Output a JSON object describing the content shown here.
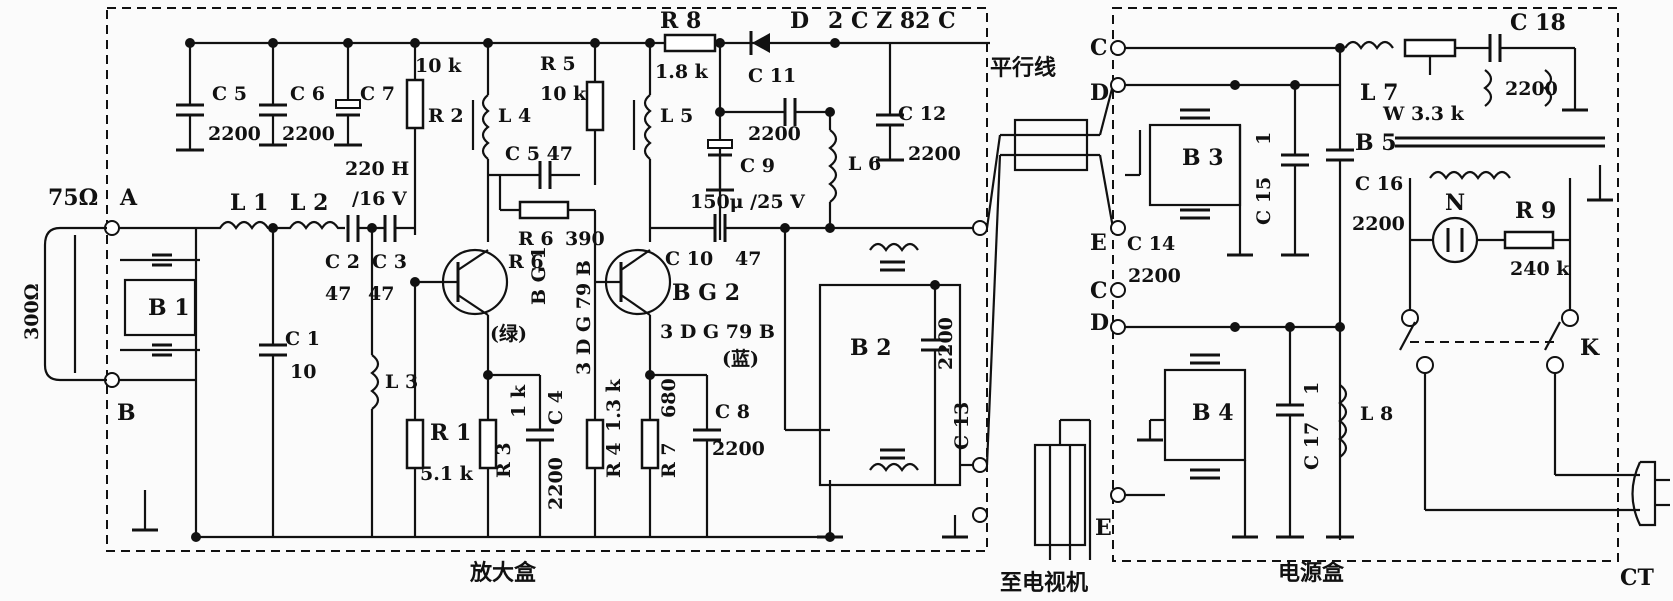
{
  "boxes": {
    "amplifier": "放大盒",
    "power": "电源盒",
    "to_tv": "至电视机",
    "parallel_line": "平行线"
  },
  "impedance": {
    "ohm75": "75Ω",
    "ohm300": "300Ω"
  },
  "terminals": {
    "A": "A",
    "B": "B",
    "C": "C",
    "D": "D",
    "E": "E",
    "CT": "CT"
  },
  "components": {
    "C5": "C 5",
    "C5_val": "2200",
    "C6": "C 6",
    "C6_val": "2200",
    "C7": "C 7",
    "C7_val1": "220 H",
    "C7_val2": "/16 V",
    "R2": "R 2",
    "R2_val": "10 k",
    "L4": "L 4",
    "R5": "R 5",
    "R5_val": "10 k",
    "C5b": "C 5  47",
    "R8": "R 8",
    "R8_val": "1.8 k",
    "D": "D",
    "D_val": "2 C Z 82 C",
    "C11": "C 11",
    "C11_val": "2200",
    "L5": "L 5",
    "C9": "C 9",
    "C9_val": "150μ /25 V",
    "C12": "C 12",
    "C12_val": "2200",
    "L6": "L 6",
    "R6": "R 6",
    "R6_val": "390",
    "C10": "C 10",
    "C10_val": "47",
    "L1": "L 1",
    "L2": "L 2",
    "C2": "C 2",
    "C2_val": "47",
    "C3": "C 3",
    "C3_val": "47",
    "B1": "B 1",
    "C1": "C 1",
    "C1_val": "10",
    "L3": "L 3",
    "BG1": "B G 1",
    "BG1_note": "(绿)",
    "BG1_type": "3 D G 79 B",
    "BG2": "B G 2",
    "BG2_type": "3 D G 79 B",
    "BG2_note": "(蓝)",
    "R1": "R 1",
    "R1_val": "5.1 k",
    "R3": "R 3",
    "R3_val": "1 k",
    "C4": "C 4",
    "C4_val": "2200",
    "R4": "R 4",
    "R4_val": "1.3 k",
    "R7": "R 7",
    "R7_val": "680",
    "C8": "C 8",
    "C8_val": "2200",
    "B2": "B 2",
    "C13": "C 13",
    "C13_val": "2200",
    "B3": "B 3",
    "C14": "C 14",
    "C14_val": "2200",
    "C15": "C 15",
    "C15_val": "1",
    "C16": "C 16",
    "C16_val": "2200",
    "L7": "L 7",
    "C18": "C 18",
    "C18_val": "2200",
    "W": "W  3.3 k",
    "B5": "B 5",
    "N": "N",
    "R9": "R 9",
    "R9_val": "240 k",
    "K": "K",
    "B4": "B 4",
    "C17": "C 17",
    "C17_val": "1",
    "L8": "L 8"
  }
}
